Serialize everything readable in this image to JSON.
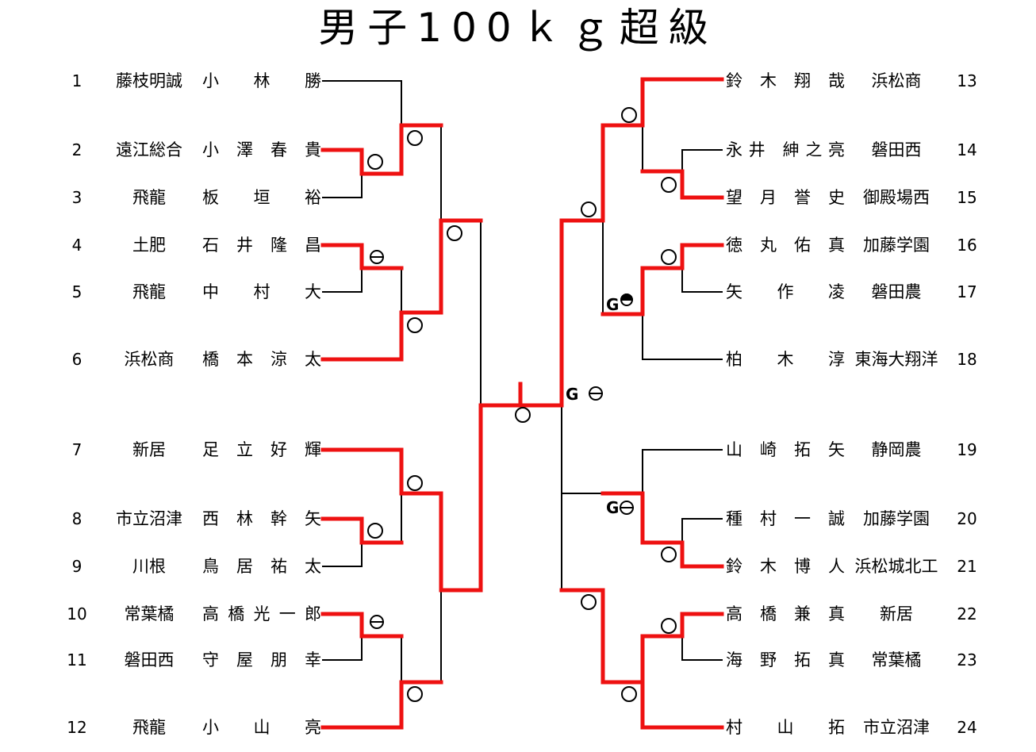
{
  "title": "男子100ｋｇ超級",
  "colors": {
    "winner_line": "#ee1111",
    "line": "#000000"
  },
  "left_entries": [
    {
      "num": "1",
      "school": "藤枝明誠",
      "name": "小 林  勝"
    },
    {
      "num": "2",
      "school": "遠江総合",
      "name": "小 澤 春 貴"
    },
    {
      "num": "3",
      "school": "飛龍",
      "name": "板 垣  裕"
    },
    {
      "num": "4",
      "school": "土肥",
      "name": "石 井 隆 昌"
    },
    {
      "num": "5",
      "school": "飛龍",
      "name": "中 村  大"
    },
    {
      "num": "6",
      "school": "浜松商",
      "name": "橋 本 涼 太"
    },
    {
      "num": "7",
      "school": "新居",
      "name": "足 立 好 輝"
    },
    {
      "num": "8",
      "school": "市立沼津",
      "name": "西 林 幹 矢"
    },
    {
      "num": "9",
      "school": "川根",
      "name": "鳥 居 祐 太"
    },
    {
      "num": "10",
      "school": "常葉橘",
      "name": "高 橋 光 一 郎"
    },
    {
      "num": "11",
      "school": "磐田西",
      "name": "守 屋 朋 幸"
    },
    {
      "num": "12",
      "school": "飛龍",
      "name": "小 山  亮"
    }
  ],
  "right_entries": [
    {
      "num": "13",
      "school": "浜松商",
      "name": "鈴 木 翔 哉"
    },
    {
      "num": "14",
      "school": "磐田西",
      "name": "永井 紳之亮"
    },
    {
      "num": "15",
      "school": "御殿場西",
      "name": "望 月 誉 史"
    },
    {
      "num": "16",
      "school": "加藤学園",
      "name": "徳 丸 佑 真"
    },
    {
      "num": "17",
      "school": "磐田農",
      "name": "矢 作  凌"
    },
    {
      "num": "18",
      "school": "東海大翔洋",
      "name": "柏 木  淳"
    },
    {
      "num": "19",
      "school": "静岡農",
      "name": "山 崎 拓 矢"
    },
    {
      "num": "20",
      "school": "加藤学園",
      "name": "種 村 一 誠"
    },
    {
      "num": "21",
      "school": "浜松城北工",
      "name": "鈴 木 博 人"
    },
    {
      "num": "22",
      "school": "新居",
      "name": "高 橋 兼 真"
    },
    {
      "num": "23",
      "school": "常葉橘",
      "name": "海 野 拓 真"
    },
    {
      "num": "24",
      "school": "市立沼津",
      "name": "村 山  拓"
    }
  ],
  "g_marks": [
    {
      "text": "G"
    },
    {
      "text": "G"
    },
    {
      "text": "G"
    }
  ]
}
